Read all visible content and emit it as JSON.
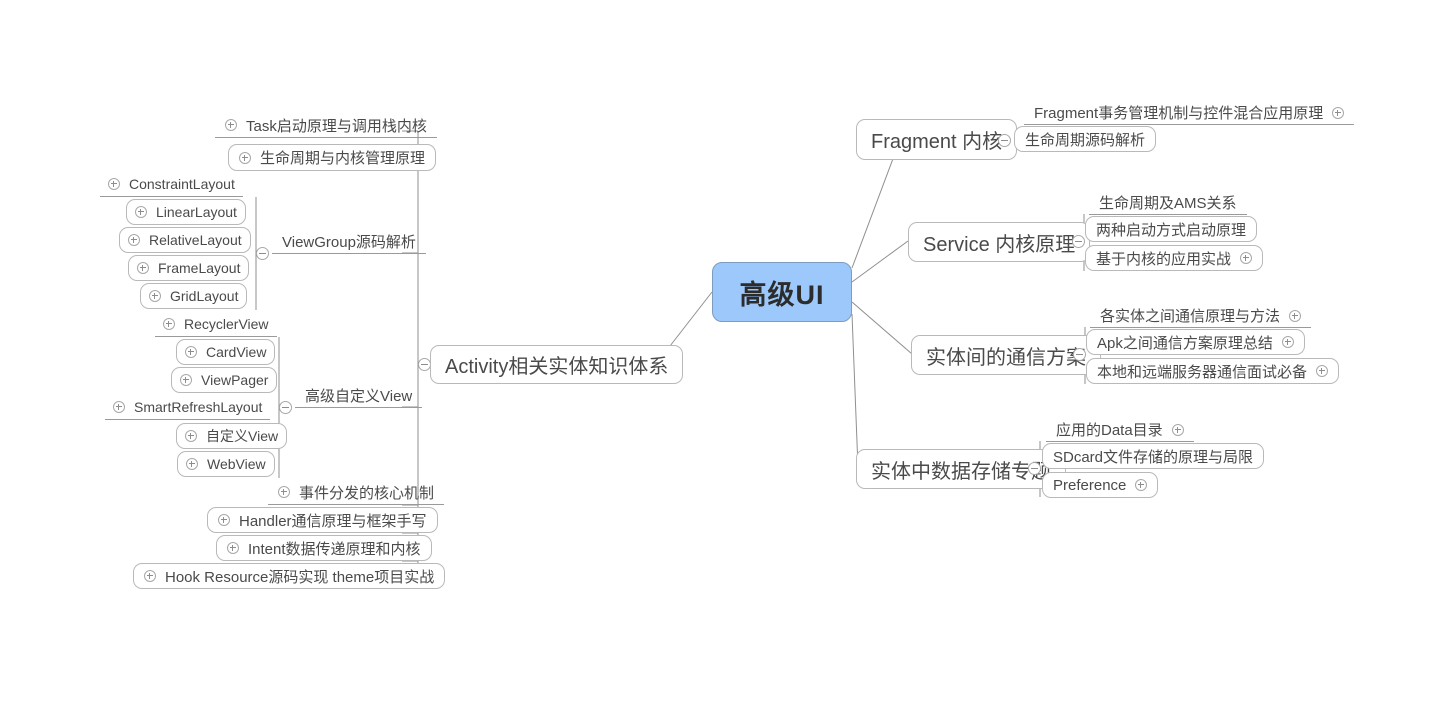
{
  "mindmap": {
    "root": {
      "label": "高级UI",
      "fill": "#9dc8fb",
      "border": "#7d9cc0"
    },
    "toggle_icons": {
      "expanded": "minus-circle-icon",
      "collapsed": "plus-circle-icon"
    },
    "left_branch": {
      "label": "Activity相关实体知识体系",
      "toggle": "minus-circle-icon",
      "children": [
        {
          "label": "Task启动原理与调用栈内核",
          "toggle": "plus-circle-icon",
          "style": "underlined"
        },
        {
          "label": "生命周期与内核管理原理",
          "toggle": "plus-circle-icon",
          "style": "boxed"
        },
        {
          "label": "ViewGroup源码解析",
          "toggle": "minus-circle-icon",
          "style": "underlined",
          "children": [
            {
              "label": "ConstraintLayout",
              "toggle": "plus-circle-icon",
              "style": "underlined"
            },
            {
              "label": "LinearLayout",
              "toggle": "plus-circle-icon",
              "style": "boxed"
            },
            {
              "label": "RelativeLayout",
              "toggle": "plus-circle-icon",
              "style": "boxed"
            },
            {
              "label": "FrameLayout",
              "toggle": "plus-circle-icon",
              "style": "boxed"
            },
            {
              "label": "GridLayout",
              "toggle": "plus-circle-icon",
              "style": "boxed"
            }
          ]
        },
        {
          "label": "高级自定义View",
          "toggle": "minus-circle-icon",
          "style": "underlined",
          "children": [
            {
              "label": "RecyclerView",
              "toggle": "plus-circle-icon",
              "style": "underlined"
            },
            {
              "label": "CardView",
              "toggle": "plus-circle-icon",
              "style": "boxed"
            },
            {
              "label": "ViewPager",
              "toggle": "plus-circle-icon",
              "style": "boxed"
            },
            {
              "label": "SmartRefreshLayout",
              "toggle": "plus-circle-icon",
              "style": "underlined"
            },
            {
              "label": "自定义View",
              "toggle": "plus-circle-icon",
              "style": "boxed"
            },
            {
              "label": "WebView",
              "toggle": "plus-circle-icon",
              "style": "boxed"
            }
          ]
        },
        {
          "label": "事件分发的核心机制",
          "toggle": "plus-circle-icon",
          "style": "underlined"
        },
        {
          "label": "Handler通信原理与框架手写",
          "toggle": "plus-circle-icon",
          "style": "boxed"
        },
        {
          "label": "Intent数据传递原理和内核",
          "toggle": "plus-circle-icon",
          "style": "boxed"
        },
        {
          "label": "Hook Resource源码实现 theme项目实战",
          "toggle": "plus-circle-icon",
          "style": "boxed"
        }
      ]
    },
    "right_branches": [
      {
        "label": "Fragment 内核",
        "toggle": "minus-circle-icon",
        "children": [
          {
            "label": "Fragment事务管理机制与控件混合应用原理",
            "toggle": "plus-circle-icon",
            "style": "underlined"
          },
          {
            "label": "生命周期源码解析",
            "toggle": "none",
            "style": "boxed"
          }
        ]
      },
      {
        "label": "Service 内核原理",
        "toggle": "minus-circle-icon",
        "children": [
          {
            "label": "生命周期及AMS关系",
            "toggle": "none",
            "style": "underlined"
          },
          {
            "label": "两种启动方式启动原理",
            "toggle": "none",
            "style": "boxed"
          },
          {
            "label": "基于内核的应用实战",
            "toggle": "plus-circle-icon",
            "style": "boxed"
          }
        ]
      },
      {
        "label": "实体间的通信方案",
        "toggle": "minus-circle-icon",
        "children": [
          {
            "label": "各实体之间通信原理与方法",
            "toggle": "plus-circle-icon",
            "style": "underlined"
          },
          {
            "label": "Apk之间通信方案原理总结",
            "toggle": "plus-circle-icon",
            "style": "boxed"
          },
          {
            "label": "本地和远端服务器通信面试必备",
            "toggle": "plus-circle-icon",
            "style": "boxed"
          }
        ]
      },
      {
        "label": "实体中数据存储专题",
        "toggle": "minus-circle-icon",
        "children": [
          {
            "label": "应用的Data目录",
            "toggle": "plus-circle-icon",
            "style": "underlined"
          },
          {
            "label": "SDcard文件存储的原理与局限",
            "toggle": "none",
            "style": "boxed"
          },
          {
            "label": "Preference",
            "toggle": "plus-circle-icon",
            "style": "boxed"
          }
        ]
      }
    ]
  }
}
